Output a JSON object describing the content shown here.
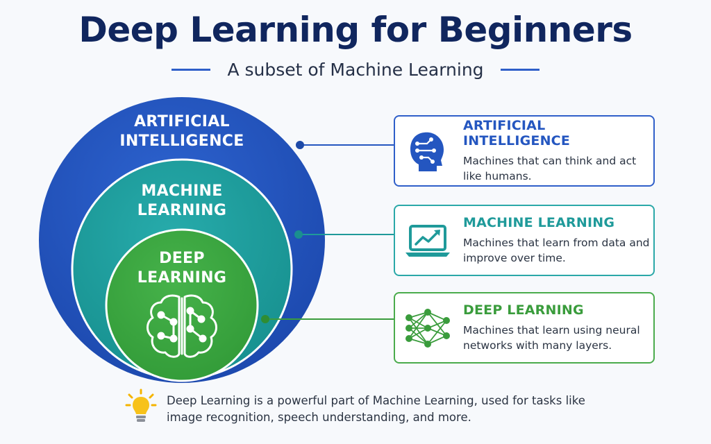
{
  "header": {
    "title": "Deep Learning for Beginners",
    "subtitle": "A subset of Machine Learning"
  },
  "circles": {
    "ai": {
      "line1": "ARTIFICIAL",
      "line2": "INTELLIGENCE",
      "color": "#2456c0"
    },
    "ml": {
      "line1": "MACHINE",
      "line2": "LEARNING",
      "color": "#22a3a3"
    },
    "dl": {
      "line1": "DEEP",
      "line2": "LEARNING",
      "color": "#3da844"
    }
  },
  "cards": [
    {
      "title": "ARTIFICIAL INTELLIGENCE",
      "description": "Machines that can think and act like humans.",
      "icon": "head-circuit-icon",
      "color": "#2456c0"
    },
    {
      "title": "MACHINE LEARNING",
      "description": "Machines that learn from data and improve over time.",
      "icon": "laptop-chart-icon",
      "color": "#1f9a9a"
    },
    {
      "title": "DEEP LEARNING",
      "description": "Machines that learn using neural networks with many layers.",
      "icon": "neural-network-icon",
      "color": "#3a9c3c"
    }
  ],
  "footnote": {
    "text": "Deep Learning is a powerful part of Machine Learning, used for tasks like image recognition, speech understanding, and more.",
    "icon": "lightbulb-icon"
  }
}
